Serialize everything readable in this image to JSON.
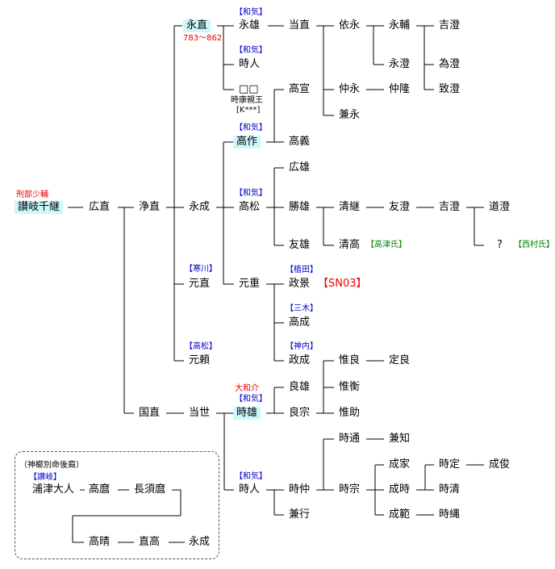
{
  "diagram": {
    "type": "genealogy-tree",
    "colors": {
      "highlight_bg": "#ccf8fc",
      "clan_label": "#0000cc",
      "title_label": "#ee0000",
      "lineage_label": "#008000",
      "line": "#000000"
    },
    "nodes": {
      "chitsugu": {
        "name": "讃岐千継",
        "title": "刑部少輔"
      },
      "hironao": {
        "name": "広直"
      },
      "kiyonao": {
        "name": "浄直"
      },
      "kuninao": {
        "name": "国直"
      },
      "naganao": {
        "name": "永直",
        "years": "783〜862"
      },
      "nagashige": {
        "name": "永成"
      },
      "motonao": {
        "name": "元直",
        "clan": "【寒川】"
      },
      "motoyori": {
        "name": "元頼",
        "clan": "【高松】"
      },
      "nagao": {
        "name": "永雄",
        "clan": "【和気】"
      },
      "tokihito1": {
        "name": "時人",
        "clan": "【和気】"
      },
      "unknown_prince": {
        "name": "□□",
        "note1": "時康親王",
        "note2": "[K***]"
      },
      "takanari": {
        "name": "高作",
        "clan": "【和気】"
      },
      "takamatsu": {
        "name": "高松",
        "clan": "【和気】"
      },
      "motoshige": {
        "name": "元重"
      },
      "masanao": {
        "name": "当直"
      },
      "takanobu": {
        "name": "高宣"
      },
      "takayoshi": {
        "name": "高義"
      },
      "yorinaga": {
        "name": "依永"
      },
      "nakanaga": {
        "name": "仲永"
      },
      "kanenaga": {
        "name": "兼永"
      },
      "nagasuke": {
        "name": "永輔"
      },
      "nagasumi": {
        "name": "永澄"
      },
      "nakataka": {
        "name": "仲隆"
      },
      "yoshizumi1": {
        "name": "吉澄"
      },
      "tamezumi": {
        "name": "為澄"
      },
      "munezumi": {
        "name": "致澄"
      },
      "hiroo": {
        "name": "広雄"
      },
      "katsuo": {
        "name": "勝雄"
      },
      "tomoo": {
        "name": "友雄"
      },
      "kiyotsugu": {
        "name": "清継"
      },
      "kiyotaka": {
        "name": "清高",
        "lineage": "【高津氏】"
      },
      "tomozumi": {
        "name": "友澄"
      },
      "yoshizumi2": {
        "name": "吉澄"
      },
      "michizumi": {
        "name": "道澄"
      },
      "unknown": {
        "name": "?",
        "lineage": "【西村氏】"
      },
      "masakage": {
        "name": "政景",
        "clan": "【植田】",
        "code": "【SN03】"
      },
      "takashige": {
        "name": "高成",
        "clan": "【三木】"
      },
      "masashige": {
        "name": "政成",
        "clan": "【神内】"
      },
      "masayo": {
        "name": "当世"
      },
      "tokio": {
        "name": "時雄",
        "clan": "【和気】",
        "title": "大和介"
      },
      "yoshio": {
        "name": "良雄"
      },
      "yoshimune": {
        "name": "良宗"
      },
      "koreyoshi": {
        "name": "惟良"
      },
      "korehira": {
        "name": "惟衡"
      },
      "koresuke": {
        "name": "惟助"
      },
      "sadayoshi": {
        "name": "定良"
      },
      "tokihito2": {
        "name": "時人",
        "clan": "【和気】"
      },
      "tokinaka": {
        "name": "時仲"
      },
      "kaneyuki": {
        "name": "兼行"
      },
      "tokimichi": {
        "name": "時通"
      },
      "kanetomo": {
        "name": "兼知"
      },
      "tokimune": {
        "name": "時宗"
      },
      "shigeie": {
        "name": "成家"
      },
      "shigetoki": {
        "name": "成時"
      },
      "shigenori": {
        "name": "成範"
      },
      "tokisada": {
        "name": "時定"
      },
      "shigetoshi": {
        "name": "成俊"
      },
      "tokikiyo": {
        "name": "時清"
      },
      "tokinawa": {
        "name": "時縄"
      }
    },
    "inset": {
      "heading": "（神櫛別命後裔）",
      "clan": "【讃岐】",
      "row1": [
        "浦津大人",
        "高麿",
        "長須麿"
      ],
      "row2": [
        "高晴",
        "直高",
        "永成"
      ]
    }
  }
}
